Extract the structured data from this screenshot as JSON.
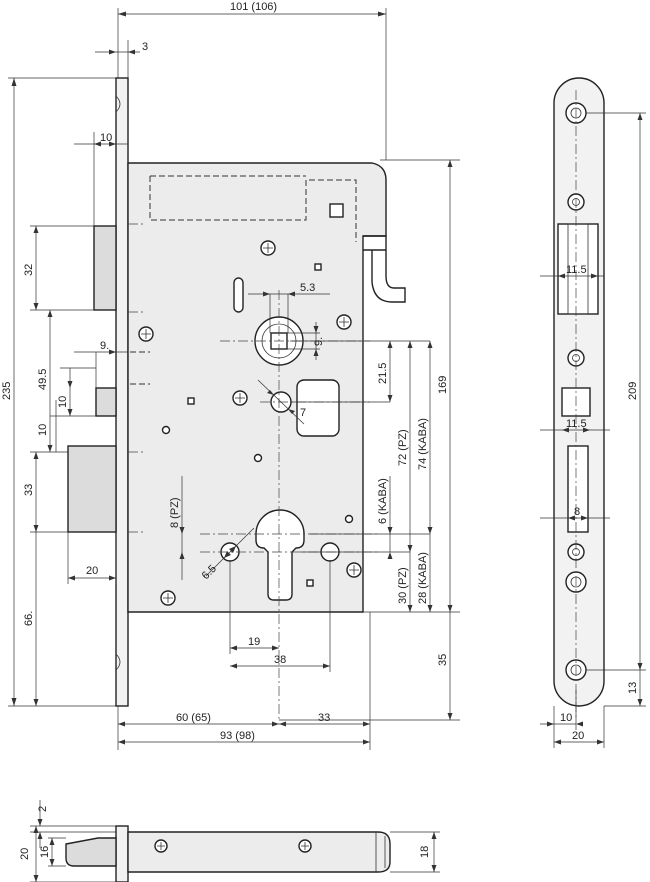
{
  "front_view": {
    "top_dims": {
      "overall_width": "101 (106)",
      "plate_thickness": "3",
      "plate_offset": "10"
    },
    "left_dims": {
      "total_height": "235",
      "latch_height": "32",
      "to_handle": "49.5",
      "nine": "9.",
      "ten_a": "10",
      "ten_b": "10",
      "deadbolt_height": "33",
      "lower": "66.",
      "deadbolt_throw": "20"
    },
    "right_dims": {
      "handle_cyl_pz": "72 (PZ)",
      "handle_cyl_kaba": "74 (KABA)",
      "to_body_top": "169",
      "follower_offset": "21.5",
      "kaba_offset": "6 (KABA)",
      "pz_offset": "8 (PZ)",
      "cyl_bottom_pz": "30 (PZ)",
      "cyl_bottom_kaba": "28 (KABA)",
      "bottom_gap": "35"
    },
    "internal_dims": {
      "follower_width": "5.3",
      "follower_square": "9.",
      "hole_diameter": "7",
      "screw_diameter": "6.5"
    },
    "bottom_dims": {
      "screw_spacing": "19",
      "screw_span": "38",
      "backset": "60 (65)",
      "cyl_to_edge": "33",
      "body_width": "93 (98)"
    }
  },
  "faceplate": {
    "latch_width": "11.5",
    "bolt_width": "11.5",
    "eight": "8",
    "height": "209",
    "screw_offset": "13",
    "centre": "10",
    "width": "20"
  },
  "bottom_view": {
    "thickness_top": "2",
    "total_height": "20",
    "inner_height": "16",
    "body_thickness": "18"
  }
}
